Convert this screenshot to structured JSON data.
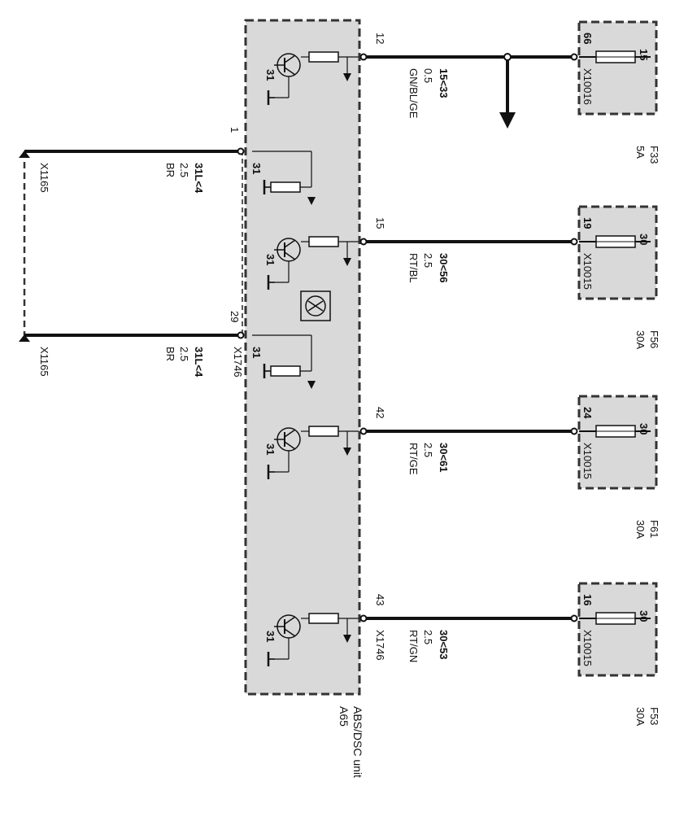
{
  "colors": {
    "wire": "#111111",
    "box_fill": "#d9d9d9",
    "box_stroke": "#333333",
    "background": "#ffffff"
  },
  "unit": {
    "id": "A65",
    "name": "ABS/DSC unit"
  },
  "ground_connector": {
    "ref": "X1165"
  },
  "ground_wires": [
    {
      "pin": "1",
      "circuit": "31L<4",
      "size": "2.5",
      "color": "BR",
      "connector": "",
      "ground_label": "X1165",
      "internal_terminal": "31"
    },
    {
      "pin": "29",
      "circuit": "31L<4",
      "size": "2.5",
      "color": "BR",
      "connector": "X1746",
      "ground_label": "X1165",
      "internal_terminal": "31"
    }
  ],
  "supply_wires": [
    {
      "unit_pin": "12",
      "circuit": "15<33",
      "size": "0.5",
      "color": "GN/BL/GE",
      "unit_connector": "",
      "fuse_pin": "66",
      "fuse_connector": "X10016",
      "fuse_terminal": "15",
      "fuse_id": "F33",
      "fuse_rating": "5A",
      "ground_terminal": "31"
    },
    {
      "unit_pin": "15",
      "circuit": "30<56",
      "size": "2.5",
      "color": "RT/BL",
      "unit_connector": "",
      "fuse_pin": "19",
      "fuse_connector": "X10015",
      "fuse_terminal": "30",
      "fuse_id": "F56",
      "fuse_rating": "30A",
      "ground_terminal": "31"
    },
    {
      "unit_pin": "42",
      "circuit": "30<61",
      "size": "2.5",
      "color": "RT/GE",
      "unit_connector": "",
      "fuse_pin": "24",
      "fuse_connector": "X10015",
      "fuse_terminal": "30",
      "fuse_id": "F61",
      "fuse_rating": "30A",
      "ground_terminal": "31"
    },
    {
      "unit_pin": "43",
      "circuit": "30<53",
      "size": "2.5",
      "color": "RT/GN",
      "unit_connector": "X1746",
      "fuse_pin": "16",
      "fuse_connector": "X10015",
      "fuse_terminal": "30",
      "fuse_id": "F53",
      "fuse_rating": "30A",
      "ground_terminal": "31"
    }
  ],
  "icons": [
    "transistor-icon",
    "resistor-icon",
    "ground-icon",
    "fuse-icon",
    "pump-motor-icon",
    "arrow-down-icon"
  ]
}
